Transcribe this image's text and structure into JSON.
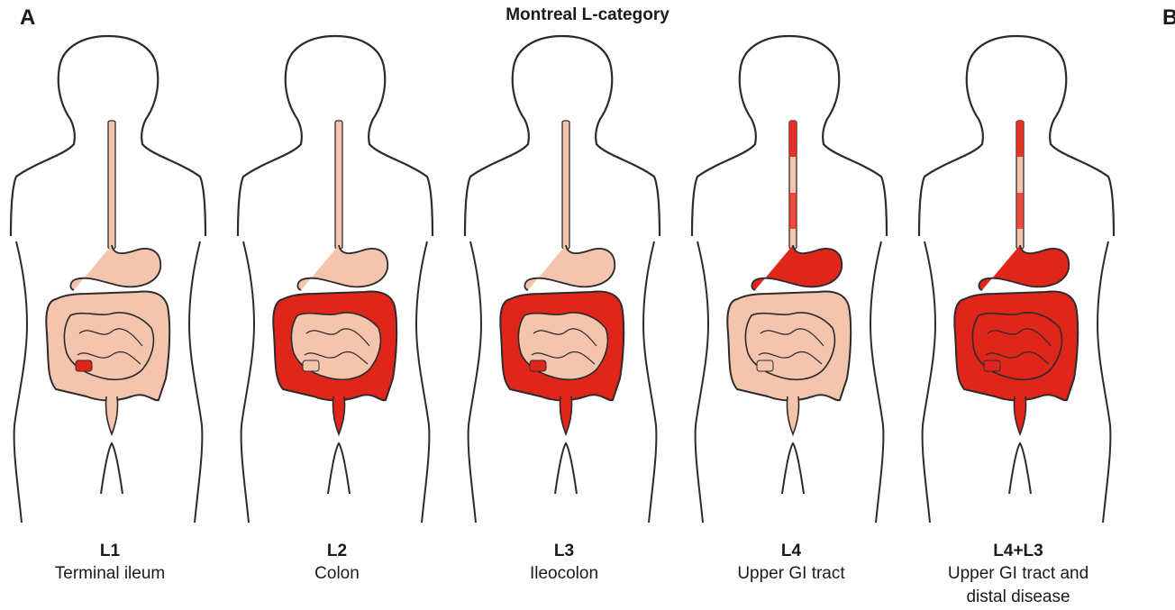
{
  "panel_letters": {
    "left": "A",
    "right": "B"
  },
  "title": "Montreal  L-category",
  "colors": {
    "tissue": "#f5c4ad",
    "inflamed": "#e0261b",
    "outline": "#2b2b2b"
  },
  "categories": [
    {
      "code": "L1",
      "desc": "Terminal ileum",
      "desc2": "",
      "regions": [
        "ileum"
      ]
    },
    {
      "code": "L2",
      "desc": "Colon",
      "desc2": "",
      "regions": [
        "colon"
      ]
    },
    {
      "code": "L3",
      "desc": "Ileocolon",
      "desc2": "",
      "regions": [
        "ileum",
        "colon"
      ]
    },
    {
      "code": "L4",
      "desc": "Upper GI tract",
      "desc2": "",
      "regions": [
        "upper"
      ]
    },
    {
      "code": "L4+L3",
      "desc": "Upper GI tract and",
      "desc2": "distal disease",
      "regions": [
        "upper",
        "ileum",
        "colon",
        "small"
      ]
    }
  ]
}
